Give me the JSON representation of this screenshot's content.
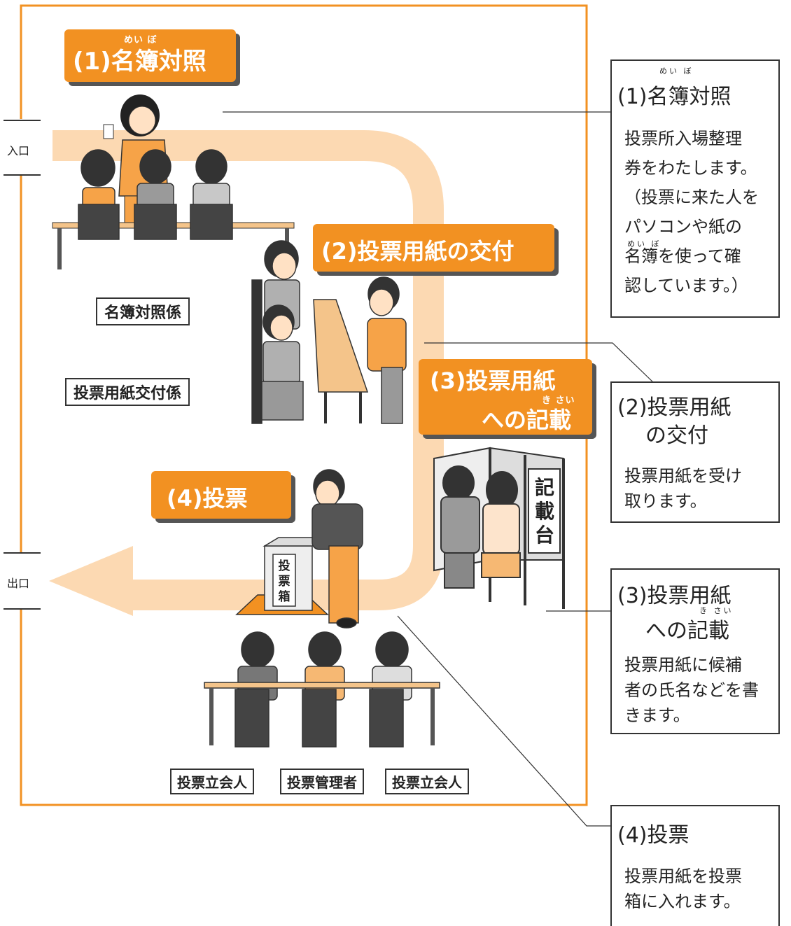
{
  "entrance_label": "入口",
  "exit_label": "出口",
  "steps": {
    "s1": {
      "title": "(1)名簿対照",
      "ruby": "めい ぼ"
    },
    "s2": {
      "title": "(2)投票用紙の交付"
    },
    "s3": {
      "title_line1": "(3)投票用紙",
      "title_line2": "への記載",
      "ruby": "き さい"
    },
    "s4": {
      "title": "(4)投票"
    }
  },
  "roles": {
    "meibo": "名簿対照係",
    "koufu": "投票用紙交付係",
    "witness_left": "投票立会人",
    "manager": "投票管理者",
    "witness_right": "投票立会人"
  },
  "booth_sign": [
    "記",
    "載",
    "台"
  ],
  "ballot_box": [
    "投",
    "票",
    "箱"
  ],
  "side": {
    "b1": {
      "title": "(1)名簿対照",
      "ruby": "めい ぼ",
      "lines": [
        "投票所入場整理",
        "券をわたします。",
        "（投票に来た人を",
        "パソコンや紙の",
        "名簿を使って確",
        "認しています。）"
      ],
      "inline_ruby": "めい ぼ"
    },
    "b2": {
      "title_line1": "(2)投票用紙",
      "title_line2": "の交付",
      "lines": [
        "投票用紙を受け",
        "取ります。"
      ]
    },
    "b3": {
      "title_line1": "(3)投票用紙",
      "title_line2": "への記載",
      "ruby": "き さい",
      "lines": [
        "投票用紙に候補",
        "者の氏名などを書",
        "きます。"
      ]
    },
    "b4": {
      "title": "(4)投票",
      "lines": [
        "投票用紙を投票",
        "箱に入れます。"
      ]
    }
  },
  "colors": {
    "orange": "#f29122",
    "path": "#fcd9b2",
    "frame": "#f29122",
    "shadow": "#555555"
  }
}
